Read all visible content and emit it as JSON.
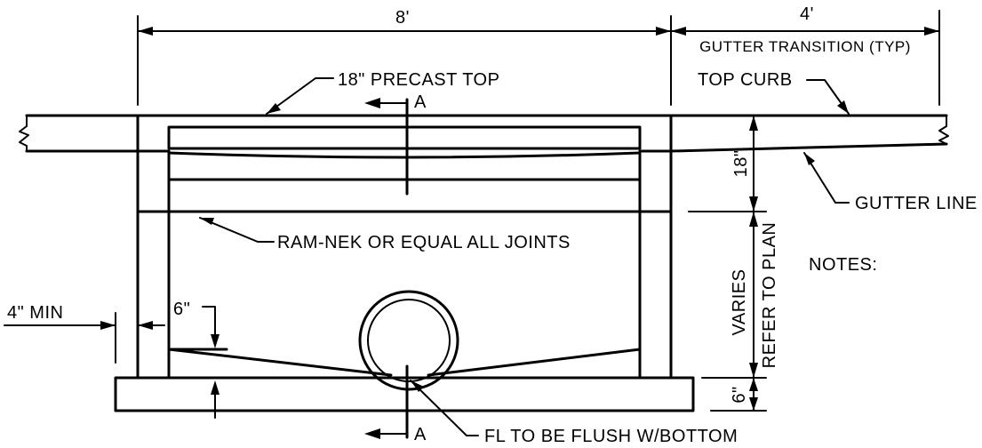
{
  "dimensions": {
    "main_width": "8'",
    "transition_width": "4'",
    "top_height": "18\"",
    "base_height": "6\"",
    "wall_min": "4\" MIN",
    "slope_drop": "6\""
  },
  "labels": {
    "gutter_transition": "GUTTER TRANSITION (TYP)",
    "precast_top": "18\" PRECAST TOP",
    "top_curb": "TOP CURB",
    "gutter_line": "GUTTER LINE",
    "joints": "RAM-NEK OR EQUAL ALL JOINTS",
    "notes": "NOTES:",
    "varies": "VARIES",
    "refer_to_plan": "REFER TO PLAN",
    "flowline": "FL TO BE FLUSH W/BOTTOM",
    "section_top": "A",
    "section_bottom": "A"
  }
}
